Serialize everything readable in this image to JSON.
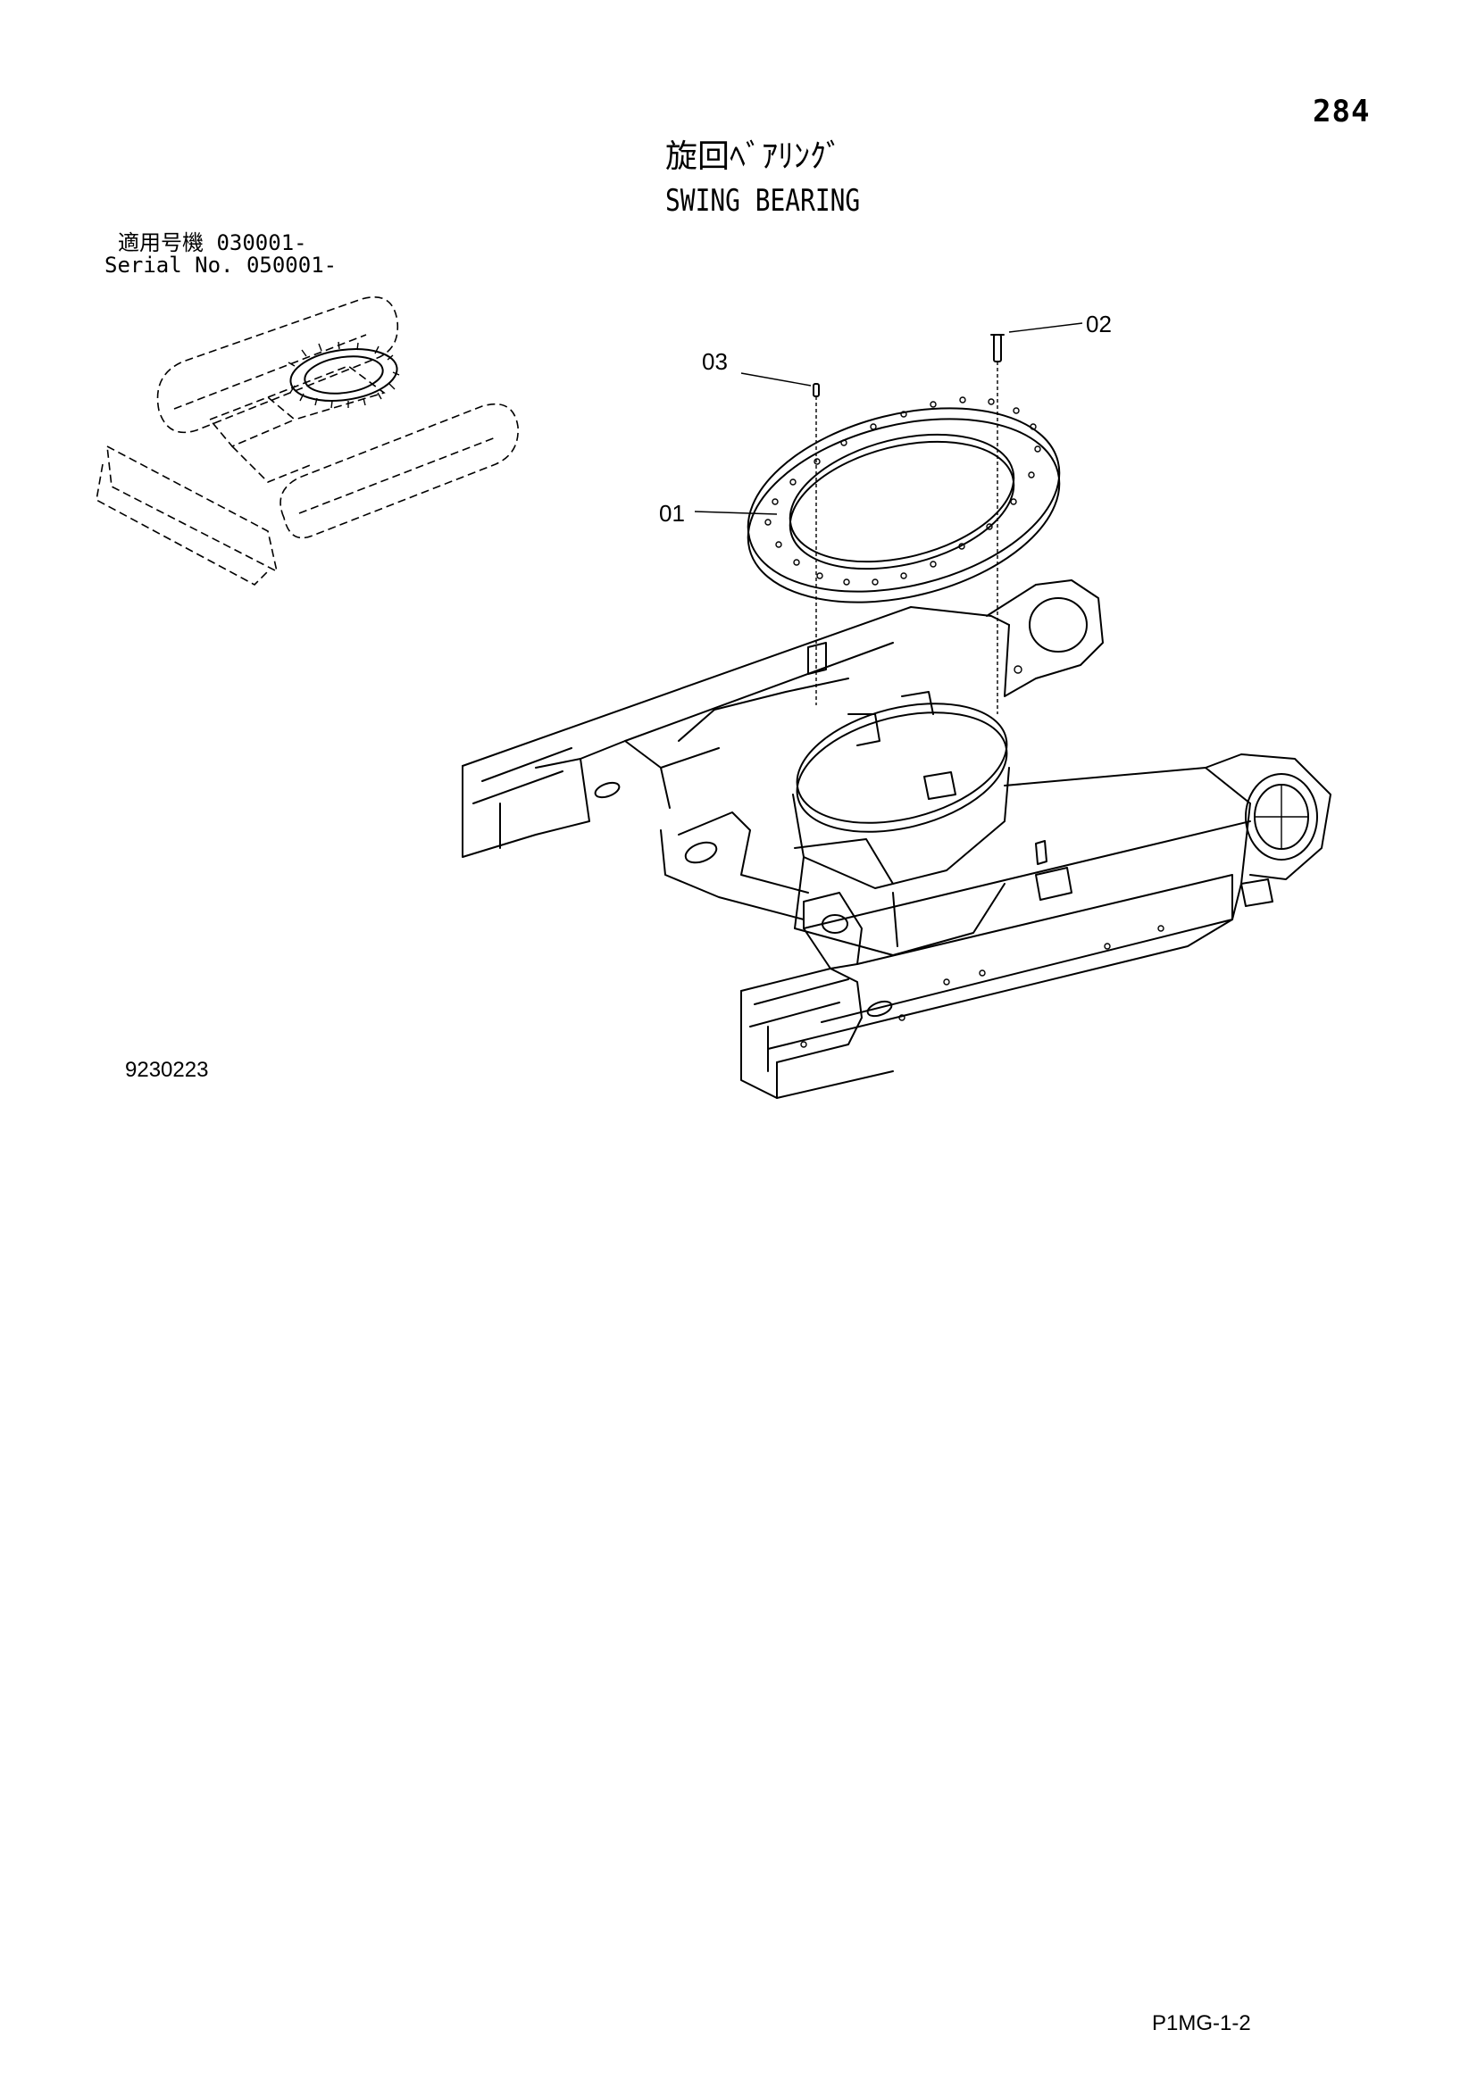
{
  "page": {
    "page_number": "284",
    "title_jp": "旋回ﾍﾞｱﾘﾝｸﾞ",
    "title_en": "SWING BEARING",
    "serial_jp": "適用号機  030001-",
    "serial_en": "Serial No. 050001-",
    "drawing_number": "9230223",
    "sheet_code": "P1MG-1-2"
  },
  "callouts": [
    {
      "id": "01",
      "label": "01"
    },
    {
      "id": "02",
      "label": "02"
    },
    {
      "id": "03",
      "label": "03"
    }
  ]
}
